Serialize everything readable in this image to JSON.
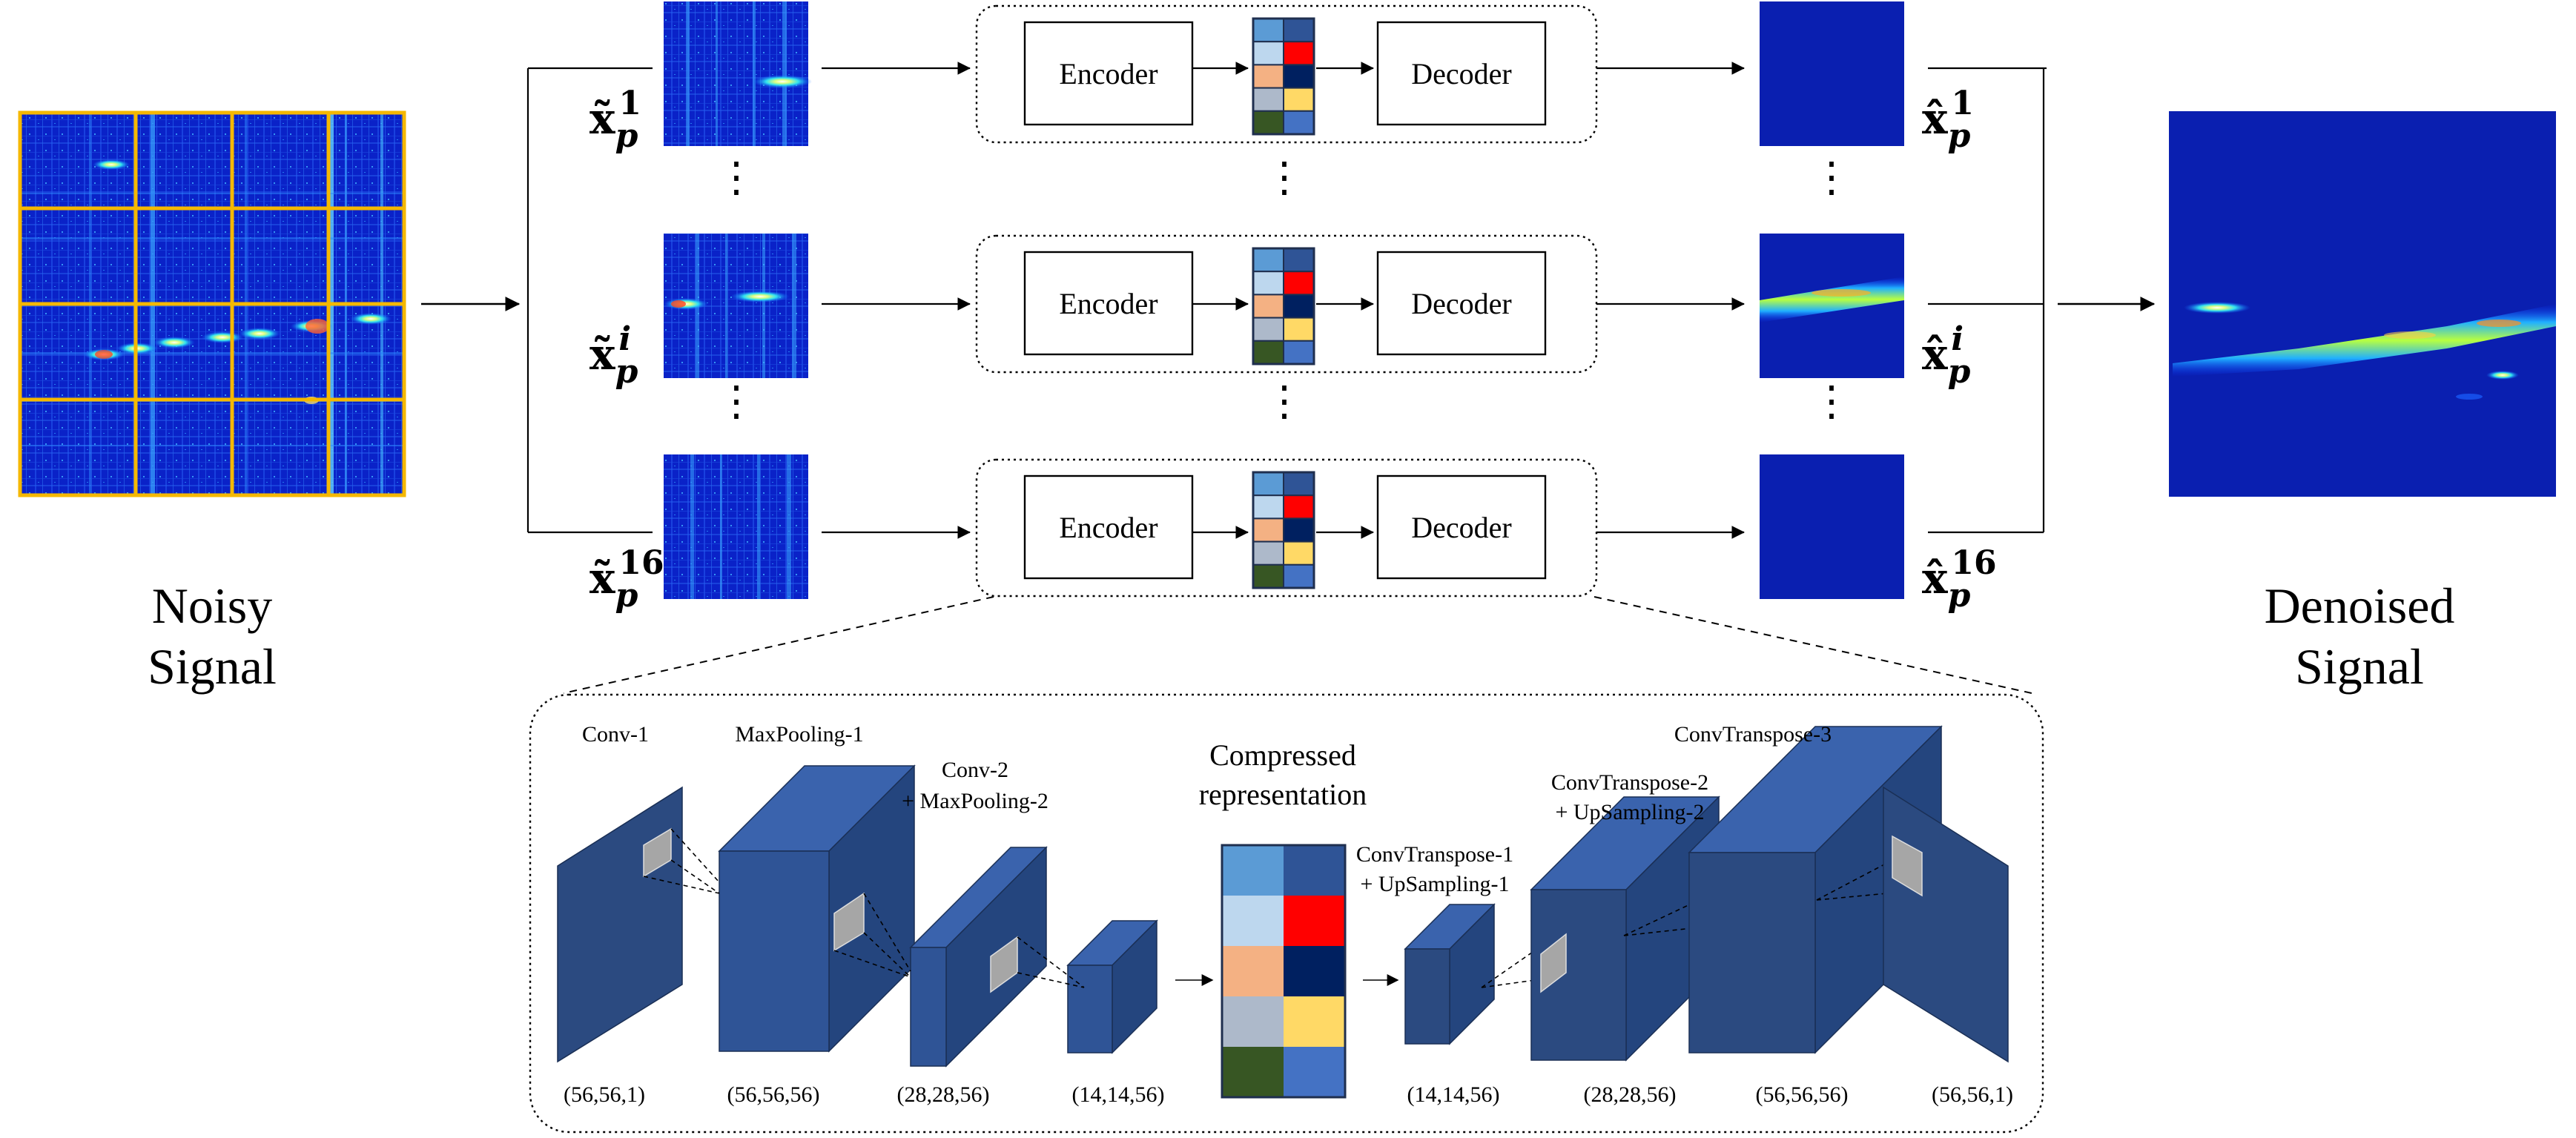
{
  "labels": {
    "noisy_line1": "Noisy",
    "noisy_line2": "Signal",
    "denoised_line1": "Denoised",
    "denoised_line2": "Signal"
  },
  "pipeline": {
    "encoder": "Encoder",
    "decoder": "Decoder",
    "ellipsis": "⋮",
    "inputs": [
      {
        "base": "x̃",
        "sub": "p",
        "sup": "1"
      },
      {
        "base": "x̃",
        "sub": "p",
        "sup": "i"
      },
      {
        "base": "x̃",
        "sub": "p",
        "sup": "16"
      }
    ],
    "outputs": [
      {
        "base": "x̂",
        "sub": "p",
        "sup": "1"
      },
      {
        "base": "x̂",
        "sub": "p",
        "sup": "i"
      },
      {
        "base": "x̂",
        "sub": "p",
        "sup": "16"
      }
    ]
  },
  "detail": {
    "conv1": "Conv-1",
    "maxpool1": "MaxPooling-1",
    "conv2_line1": "Conv-2",
    "conv2_line2": "+ MaxPooling-2",
    "compressed_line1": "Compressed",
    "compressed_line2": "representation",
    "convt1_line1": "ConvTranspose-1",
    "convt1_line2": "+ UpSampling-1",
    "convt2_line1": "ConvTranspose-2",
    "convt2_line2": "+ UpSampling-2",
    "convt3": "ConvTranspose-3",
    "shapes": [
      "(56,56,1)",
      "(56,56,56)",
      "(28,28,56)",
      "(14,14,56)",
      "(14,14,56)",
      "(28,28,56)",
      "(56,56,56)",
      "(56,56,1)"
    ]
  },
  "colors": {
    "block_front": "#2F5496",
    "block_top": "#3A63AD",
    "block_side": "#24457E",
    "block_dark_front": "#2B4A80",
    "grid_line": "#F5B800",
    "heat_bg": "#0A1FB0",
    "latent_cells": [
      "#5B9BD5",
      "#2F5496",
      "#BDD7EE",
      "#FF0000",
      "#F4B183",
      "#002060",
      "#ADB9CA",
      "#FFD966",
      "#375623",
      "#4472C4"
    ]
  }
}
